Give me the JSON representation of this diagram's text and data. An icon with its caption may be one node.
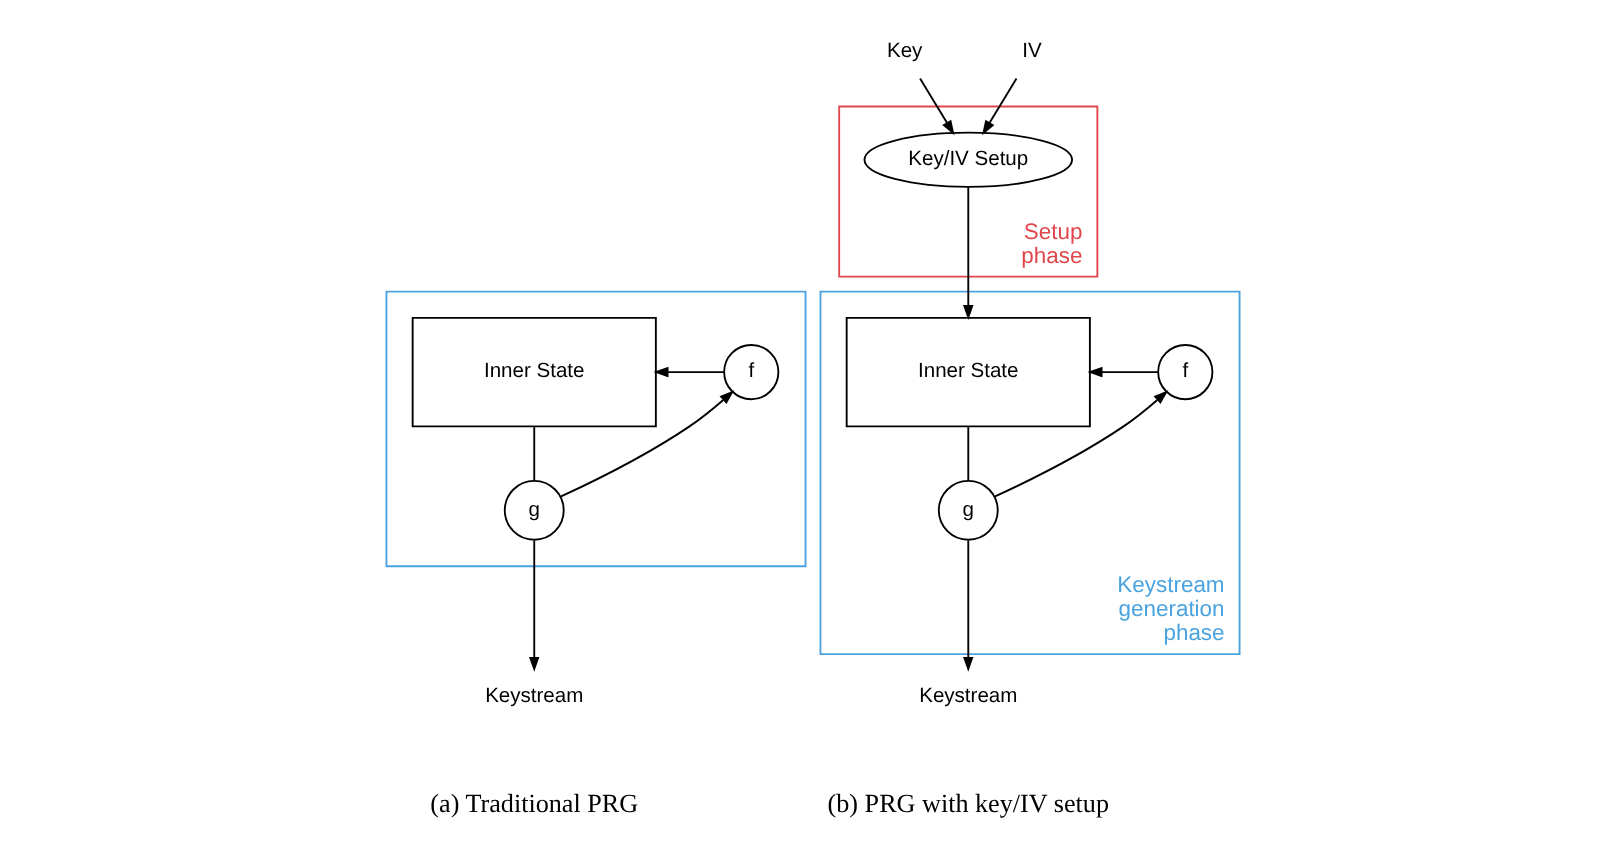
{
  "diagram": {
    "nodes": [
      {
        "text": [],
        "shape": "box"
      },
      {
        "text": [
          "Inner State"
        ],
        "in": 0
      },
      {
        "text": [
          "f"
        ],
        "in": 0
      },
      {
        "text": [
          "g"
        ],
        "in": 0
      },
      {
        "text": [
          "Keystream"
        ]
      },
      {
        "text": [
          "Key"
        ]
      },
      {
        "text": [
          "IV"
        ]
      },
      {
        "text": [
          "Setup phase"
        ]
      },
      {
        "text": [
          "Key/IV Setup"
        ],
        "in": 7
      },
      {
        "text": [
          "Keystream generation phase"
        ]
      },
      {
        "text": [
          "Inner State"
        ],
        "in": 9
      },
      {
        "text": [
          "f"
        ],
        "in": 9
      },
      {
        "text": [
          "g"
        ],
        "in": 9
      },
      {
        "text": [
          "Keystream"
        ]
      }
    ],
    "edges": [
      {
        "from": 1,
        "to": 3,
        "arrow": "none"
      },
      {
        "from": 2,
        "to": 1,
        "arrow": "to"
      },
      {
        "from": 3,
        "to": 2,
        "arrow": "to"
      },
      {
        "from": 3,
        "to": 4,
        "arrow": "to"
      },
      {
        "from": 5,
        "to": 8,
        "arrow": "to"
      },
      {
        "from": 6,
        "to": 8,
        "arrow": "to"
      },
      {
        "from": 8,
        "to": 10,
        "arrow": "to"
      },
      {
        "from": 11,
        "to": 10,
        "arrow": "to"
      },
      {
        "from": 10,
        "to": 12,
        "arrow": "none"
      },
      {
        "from": 12,
        "to": 11,
        "arrow": "to"
      },
      {
        "from": 12,
        "to": 13,
        "arrow": "to"
      }
    ],
    "labels": [
      "(a) Traditional PRG",
      "(b) PRG with key/IV setup"
    ]
  }
}
